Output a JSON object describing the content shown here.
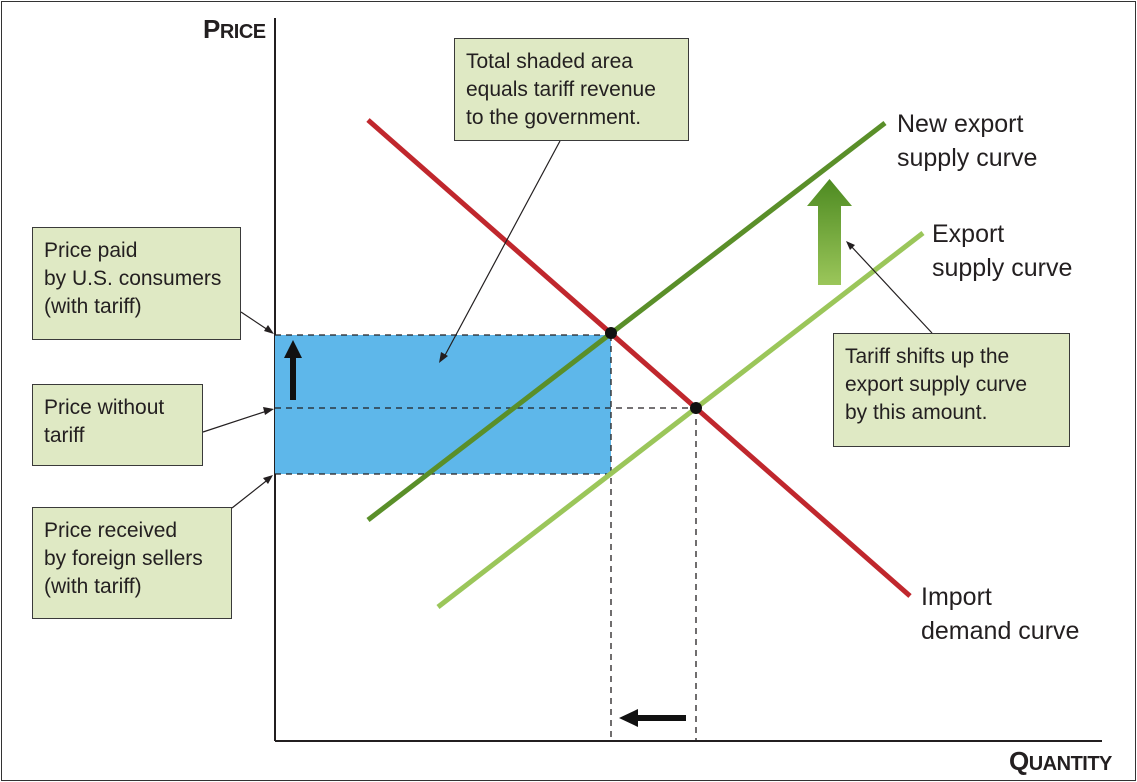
{
  "axes": {
    "y_label": {
      "first": "P",
      "rest": "RICE"
    },
    "x_label": {
      "first": "Q",
      "rest": "UANTITY"
    }
  },
  "callouts": {
    "tariff_revenue": "Total shaded area\nequals tariff revenue\nto the government.",
    "price_paid": "Price paid\nby U.S. consumers\n(with tariff)",
    "price_without": "Price without\ntariff",
    "price_received": "Price received\nby foreign sellers\n(with tariff)",
    "tariff_shift": "Tariff shifts up the\nexport supply curve\nby this amount."
  },
  "curve_labels": {
    "new_export_supply": "New export\nsupply curve",
    "export_supply": "Export\nsupply curve",
    "import_demand": "Import\ndemand curve"
  },
  "colors": {
    "import_demand": "#c0272d",
    "new_export_supply": "#5a8f29",
    "export_supply": "#9bc65a",
    "tariff_area": "#5eb7ea",
    "callout_fill": "#dfe9c4"
  },
  "icons": {
    "shift_arrow": "up-arrow-icon",
    "price_arrow": "up-arrow-icon",
    "quantity_arrow": "left-arrow-icon"
  }
}
